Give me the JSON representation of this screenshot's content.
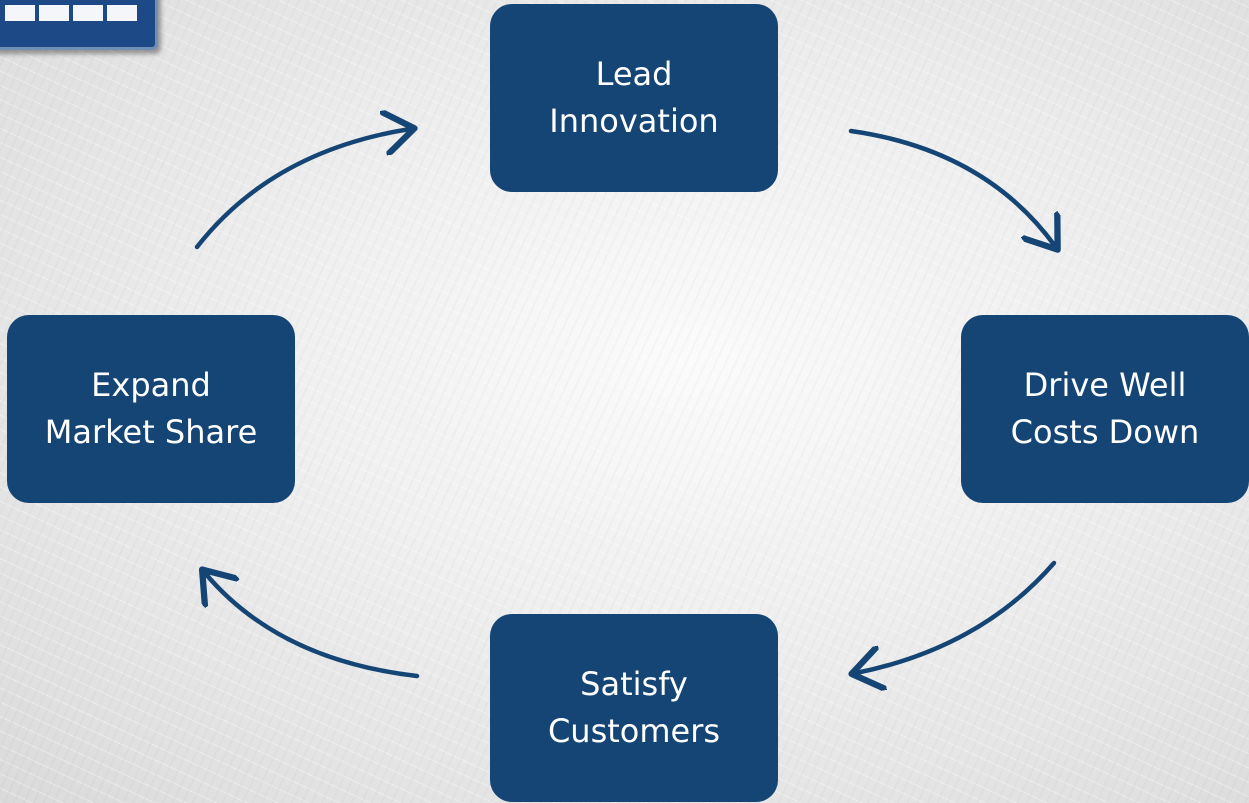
{
  "diagram": {
    "colors": {
      "node_fill": "#154575",
      "node_text": "#ffffff",
      "arrow": "#154575",
      "background": "#eeeeee"
    },
    "nodes": [
      {
        "id": "top",
        "lines": [
          "Lead",
          "Innovation"
        ]
      },
      {
        "id": "right",
        "lines": [
          "Drive Well",
          "Costs Down"
        ]
      },
      {
        "id": "bottom",
        "lines": [
          "Satisfy",
          "Customers"
        ]
      },
      {
        "id": "left",
        "lines": [
          "Expand",
          "Market Share"
        ]
      }
    ],
    "flow": [
      "top",
      "right",
      "bottom",
      "left",
      "top"
    ]
  }
}
